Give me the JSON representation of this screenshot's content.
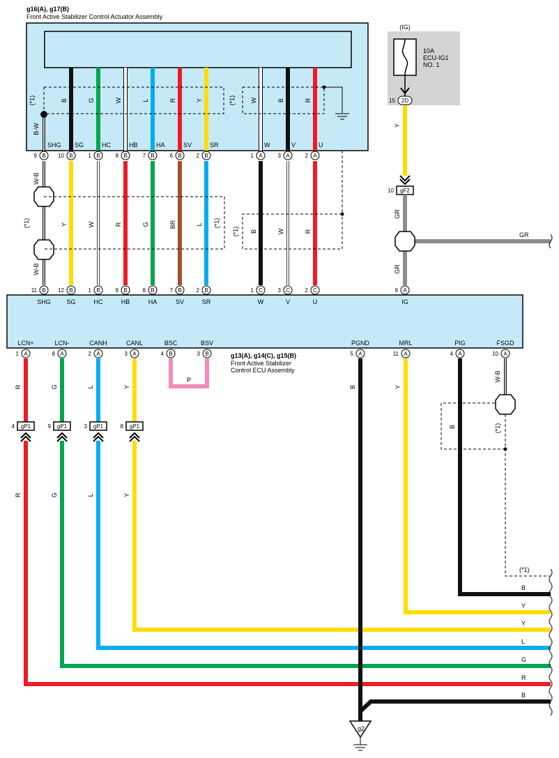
{
  "colors": {
    "B": "#111111",
    "G": "#00a651",
    "W": "#ffffff",
    "R": "#ed1c24",
    "Y": "#ffdd00",
    "L": "#00aeef",
    "BR": "#a0522d",
    "P": "#f28cba",
    "GR": "#8c8c8c",
    "box_fill": "#c6e9f8",
    "fuse_fill": "#d4d4d4"
  },
  "actuator": {
    "title_codes": "g16(A), g17(B)",
    "title_name": "Front Active Stabilizer Control Actuator Assembly",
    "shield_note": "(*1)"
  },
  "ecu": {
    "title_codes": "g13(A), g14(C), g15(B)",
    "title_name_1": "Front Active Stabilizer",
    "title_name_2": "Control ECU Assembly"
  },
  "fuse": {
    "source": "(IG)",
    "rating": "10A",
    "name_1": "ECU-IG1",
    "name_2": "NO. 1",
    "pin": "15",
    "conn": "2D"
  },
  "junction_gf2": {
    "pin": "10",
    "name": "gF2"
  },
  "ground": {
    "name": "g2"
  },
  "notes": {
    "shield": "(*1)"
  },
  "upper_wires": [
    {
      "act_pin": "9",
      "act_conn": "B",
      "act_term": "SHG",
      "wire_top": "B-W",
      "color_mid": "W-B",
      "ecu_pin": "11",
      "ecu_conn": "B",
      "ecu_term": "SHG"
    },
    {
      "act_pin": "10",
      "act_conn": "B",
      "act_term": "SG",
      "wire_top": "B",
      "color_mid": "Y",
      "ecu_pin": "12",
      "ecu_conn": "B",
      "ecu_term": "SG"
    },
    {
      "act_pin": "1",
      "act_conn": "B",
      "act_term": "HC",
      "wire_top": "G",
      "color_mid": "W",
      "ecu_pin": "1",
      "ecu_conn": "B",
      "ecu_term": "HC"
    },
    {
      "act_pin": "8",
      "act_conn": "B",
      "act_term": "HB",
      "wire_top": "W",
      "color_mid": "R",
      "ecu_pin": "9",
      "ecu_conn": "B",
      "ecu_term": "HB"
    },
    {
      "act_pin": "7",
      "act_conn": "B",
      "act_term": "HA",
      "wire_top": "L",
      "color_mid": "G",
      "ecu_pin": "8",
      "ecu_conn": "B",
      "ecu_term": "HA"
    },
    {
      "act_pin": "6",
      "act_conn": "B",
      "act_term": "SV",
      "wire_top": "R",
      "color_mid": "BR",
      "ecu_pin": "7",
      "ecu_conn": "B",
      "ecu_term": "SV"
    },
    {
      "act_pin": "2",
      "act_conn": "B",
      "act_term": "SR",
      "wire_top": "Y",
      "color_mid": "L",
      "ecu_pin": "2",
      "ecu_conn": "B",
      "ecu_term": "SR"
    },
    {
      "act_pin": "1",
      "act_conn": "A",
      "act_term": "W",
      "wire_top": "W",
      "color_mid": "B",
      "ecu_pin": "1",
      "ecu_conn": "C",
      "ecu_term": "W"
    },
    {
      "act_pin": "3",
      "act_conn": "A",
      "act_term": "V",
      "wire_top": "B",
      "color_mid": "W",
      "ecu_pin": "3",
      "ecu_conn": "C",
      "ecu_term": "V"
    },
    {
      "act_pin": "2",
      "act_conn": "A",
      "act_term": "U",
      "wire_top": "R",
      "color_mid": "R",
      "ecu_pin": "2",
      "ecu_conn": "C",
      "ecu_term": "U"
    }
  ],
  "ig": {
    "wire_upper": "Y",
    "wire_lower": "GR",
    "wire_branch": "GR",
    "ecu_pin": "9",
    "ecu_conn": "A",
    "ecu_term": "IG"
  },
  "lower_terms": [
    {
      "term": "LCN+",
      "pin": "1",
      "conn": "A",
      "wire": "R",
      "gp1_pin": "4",
      "gp1": "gP1"
    },
    {
      "term": "LCN-",
      "pin": "8",
      "conn": "A",
      "wire": "G",
      "gp1_pin": "9",
      "gp1": "gP1"
    },
    {
      "term": "CANH",
      "pin": "2",
      "conn": "A",
      "wire": "L",
      "gp1_pin": "3",
      "gp1": "gP1"
    },
    {
      "term": "CANL",
      "pin": "3",
      "conn": "A",
      "wire": "Y",
      "gp1_pin": "8",
      "gp1": "gP1"
    },
    {
      "term": "BSC",
      "pin": "4",
      "conn": "B",
      "wire": "P"
    },
    {
      "term": "BSV",
      "pin": "3",
      "conn": "B",
      "wire": "P"
    },
    {
      "term": "PGND",
      "pin": "5",
      "conn": "A",
      "wire": "B"
    },
    {
      "term": "MRL",
      "pin": "11",
      "conn": "A",
      "wire": "Y"
    },
    {
      "term": "PIG",
      "pin": "4",
      "conn": "A",
      "wire": "B"
    },
    {
      "term": "FSGD",
      "pin": "10",
      "conn": "A",
      "wire": "W-B"
    }
  ],
  "right_exits": [
    "(*1)",
    "B",
    "Y",
    "Y",
    "L",
    "G",
    "R",
    "B"
  ],
  "pig_shield_wire": "B"
}
